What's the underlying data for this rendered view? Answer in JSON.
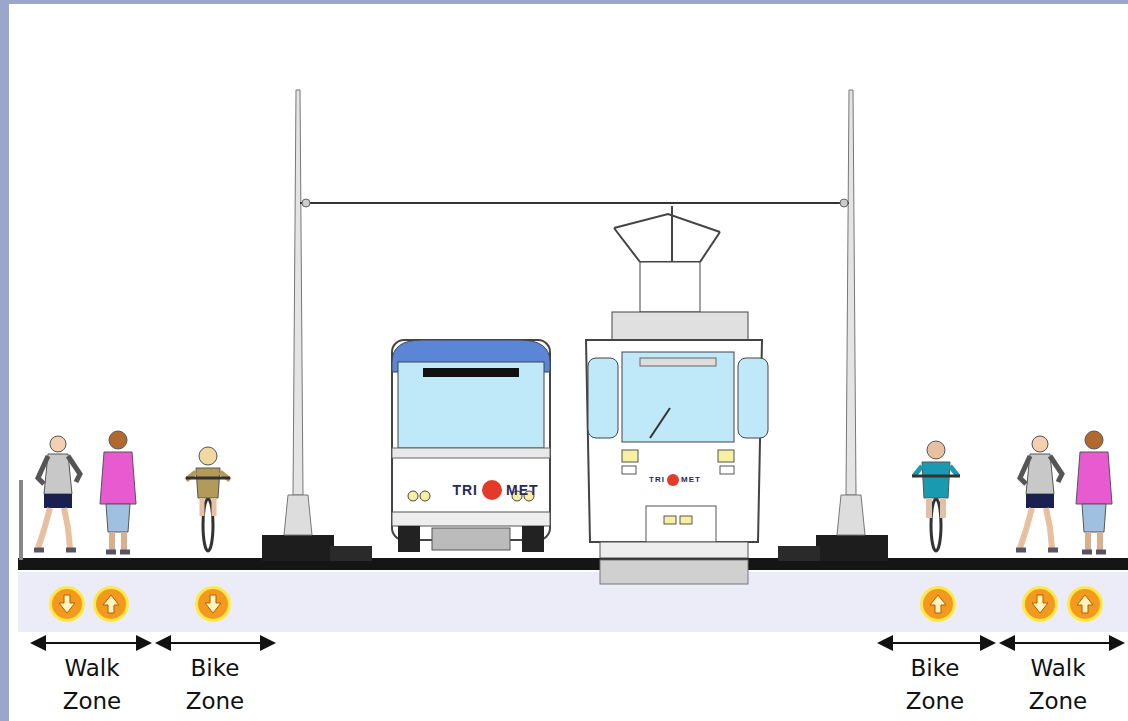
{
  "diagram": {
    "labels": [
      "Walk Zone",
      "Bike Zone",
      "Bike Zone",
      "Walk Zone",
      "TRI",
      "MET",
      "TRI",
      "MET"
    ]
  }
}
